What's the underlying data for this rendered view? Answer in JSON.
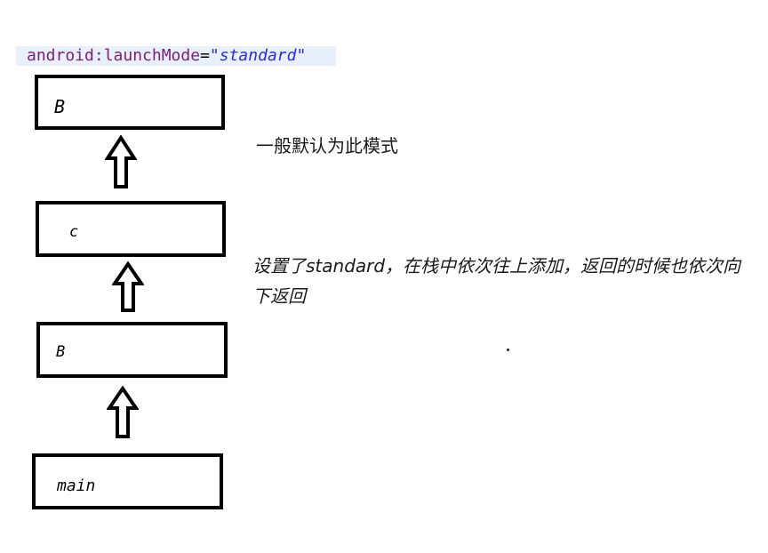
{
  "code": {
    "attr": "android:launchMode",
    "eq": "=",
    "value": "\"standard\""
  },
  "stack": {
    "top": "B",
    "second": "c",
    "third": "B",
    "bottom": "main"
  },
  "notes": {
    "default": "一般默认为此模式",
    "description": "设置了standard，在栈中依次往上添加，返回的时候也依次向下返回"
  }
}
